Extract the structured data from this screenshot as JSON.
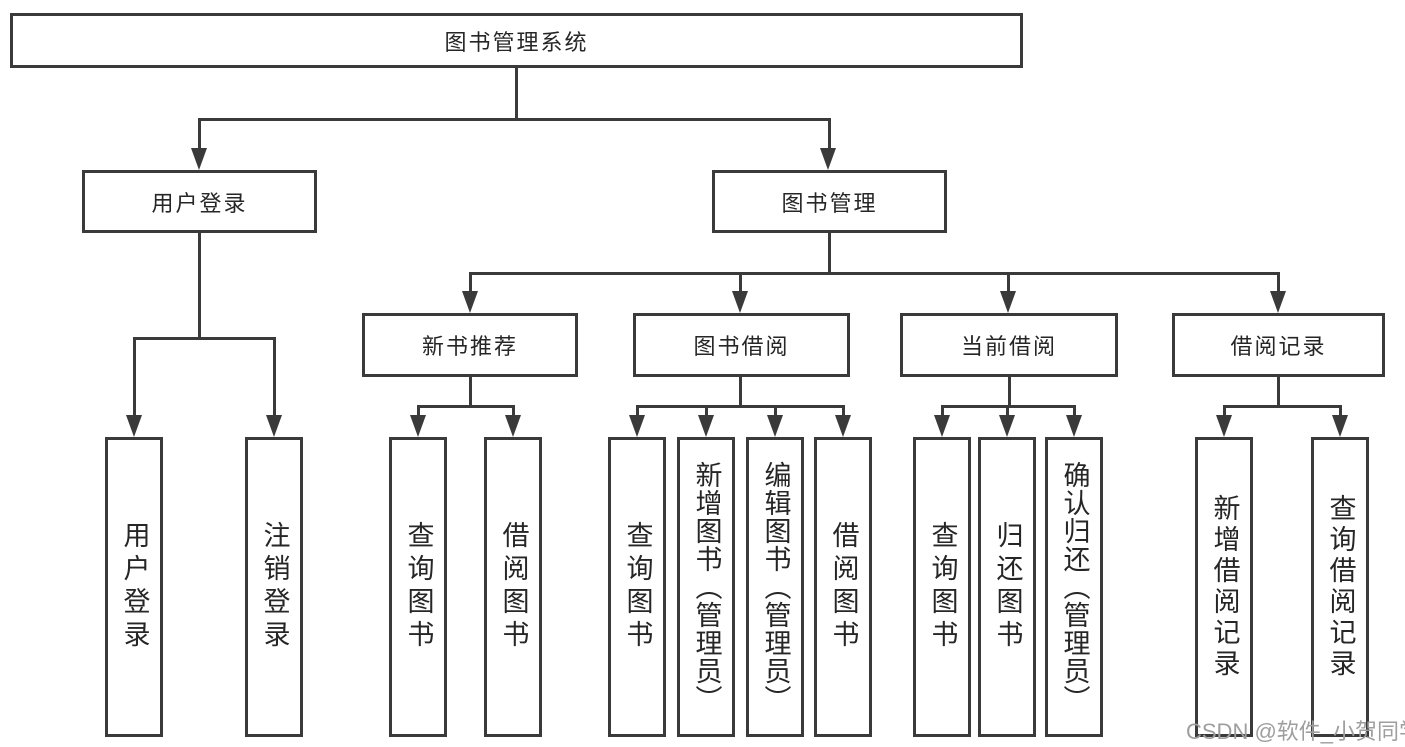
{
  "tree": {
    "root": "图书管理系统",
    "branches": [
      {
        "label": "用户登录",
        "children": [
          {
            "label": "用户登录"
          },
          {
            "label": "注销登录"
          }
        ]
      },
      {
        "label": "图书管理",
        "groups": [
          {
            "label": "新书推荐",
            "children": [
              {
                "label": "查询图书"
              },
              {
                "label": "借阅图书"
              }
            ]
          },
          {
            "label": "图书借阅",
            "children": [
              {
                "label": "查询图书"
              },
              {
                "label": "新增图书（管理员）"
              },
              {
                "label": "编辑图书（管理员）"
              },
              {
                "label": "借阅图书"
              }
            ]
          },
          {
            "label": "当前借阅",
            "children": [
              {
                "label": "查询图书"
              },
              {
                "label": "归还图书"
              },
              {
                "label": "确认归还（管理员）"
              }
            ]
          },
          {
            "label": "借阅记录",
            "children": [
              {
                "label": "新增借阅记录"
              },
              {
                "label": "查询借阅记录"
              }
            ]
          }
        ]
      }
    ]
  },
  "watermark": "CSDN @软件_小贺同学",
  "colors": {
    "line": "#3a3a3a",
    "text": "#262626",
    "watermark": "#9e9e9e",
    "background": "#ffffff"
  }
}
